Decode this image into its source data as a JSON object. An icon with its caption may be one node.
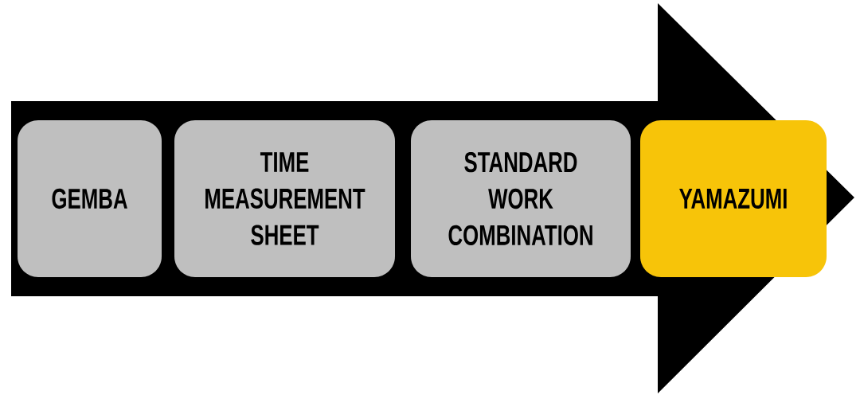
{
  "diagram": {
    "nodes": [
      {
        "text": [
          "GEMBA"
        ]
      },
      {
        "text": [
          "TIME MEASUREMENT SHEET"
        ]
      },
      {
        "text": [
          "STANDARD WORK COMBINATION"
        ]
      },
      {
        "text": [
          "YAMAZUMI"
        ]
      }
    ]
  }
}
